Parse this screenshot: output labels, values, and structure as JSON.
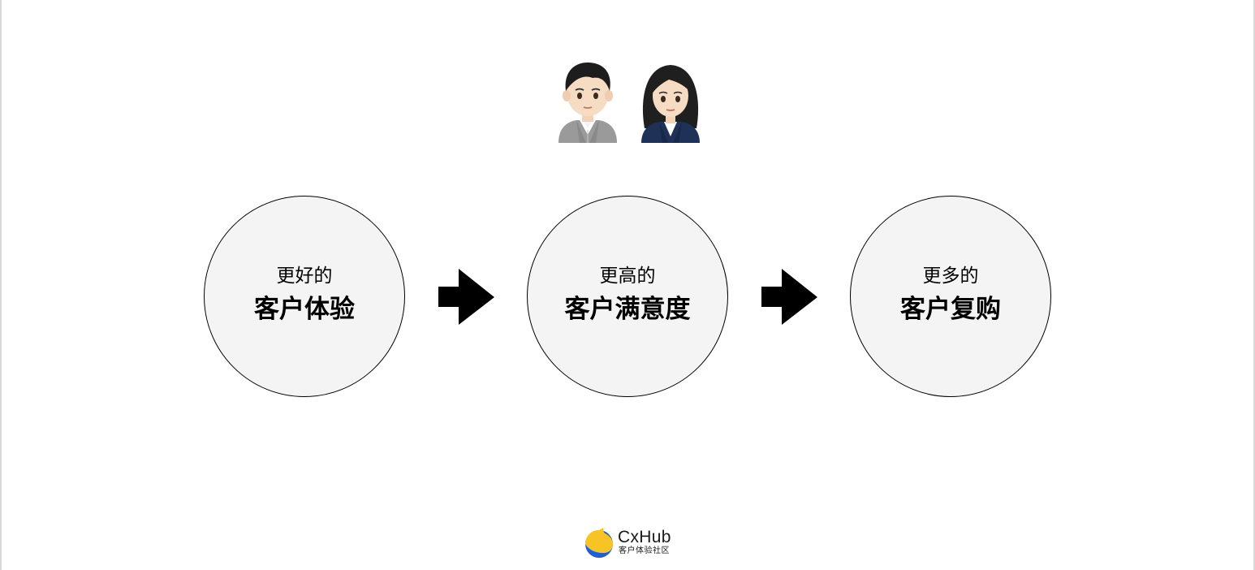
{
  "nodes": [
    {
      "top": "更好的",
      "main": "客户体验"
    },
    {
      "top": "更高的",
      "main": "客户满意度"
    },
    {
      "top": "更多的",
      "main": "客户复购"
    }
  ],
  "icons": {
    "person_1": "man-office-worker-icon",
    "person_2": "woman-office-worker-icon",
    "arrow": "right-arrow-icon"
  },
  "logo": {
    "name": "CxHub",
    "tagline": "客户体验社区"
  },
  "colors": {
    "circle_fill": "#f4f4f4",
    "circle_stroke": "#000000",
    "arrow": "#000000",
    "logo_yellow": "#f7c325",
    "logo_blue": "#1f5fd1"
  }
}
